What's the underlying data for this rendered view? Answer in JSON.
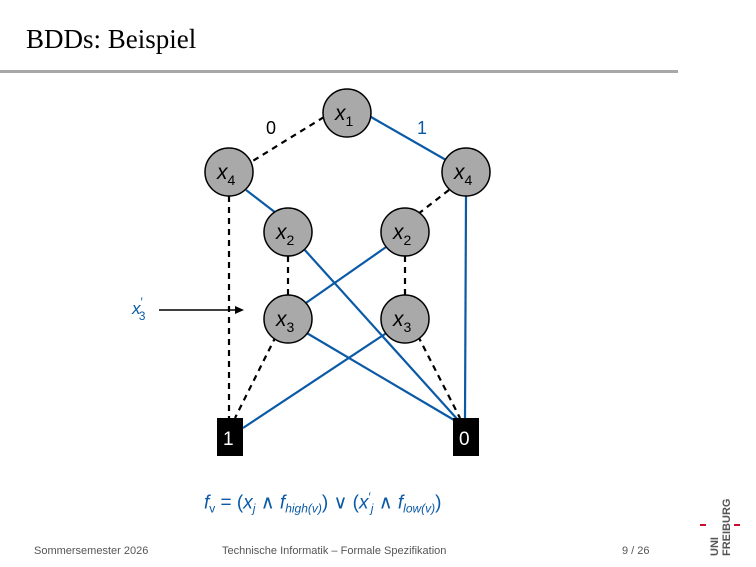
{
  "slide": {
    "title": "BDDs: Beispiel"
  },
  "diagram": {
    "edge_labels": {
      "low": "0",
      "high": "1"
    },
    "nodes": {
      "root": {
        "var": "x",
        "sub": "1"
      },
      "x4_left": {
        "var": "x",
        "sub": "4"
      },
      "x4_right": {
        "var": "x",
        "sub": "4"
      },
      "x2_left": {
        "var": "x",
        "sub": "2"
      },
      "x2_right": {
        "var": "x",
        "sub": "2"
      },
      "x3_left": {
        "var": "x",
        "sub": "3"
      },
      "x3_right": {
        "var": "x",
        "sub": "3"
      }
    },
    "terminals": {
      "one": "1",
      "zero": "0"
    },
    "pointer_label": {
      "var": "x",
      "sup": "′",
      "sub": "3"
    },
    "colors": {
      "node_fill": "#a9a9a9",
      "high_edge": "#0b5aa6",
      "low_edge": "#000000",
      "terminal_fill": "#000000",
      "terminal_text": "#ffffff"
    }
  },
  "formula": {
    "f": "f",
    "v": "v",
    "eq": " = (",
    "x": "x",
    "j": "j",
    "and": " ∧ ",
    "f2": "f",
    "high": "high(v)",
    "close_or": ") ∨ (",
    "x2": "x",
    "prime": "′",
    "j2": "j",
    "and2": " ∧ ",
    "f3": "f",
    "low": "low(v)",
    "close": ")"
  },
  "footer": {
    "semester": "Sommersemester 2026",
    "course": "Technische Informatik – Formale Spezifikation",
    "page": "9 / 26"
  },
  "logo": {
    "line1": "UNI",
    "line2": "FREIBURG",
    "accent_color": "#c8102e"
  }
}
